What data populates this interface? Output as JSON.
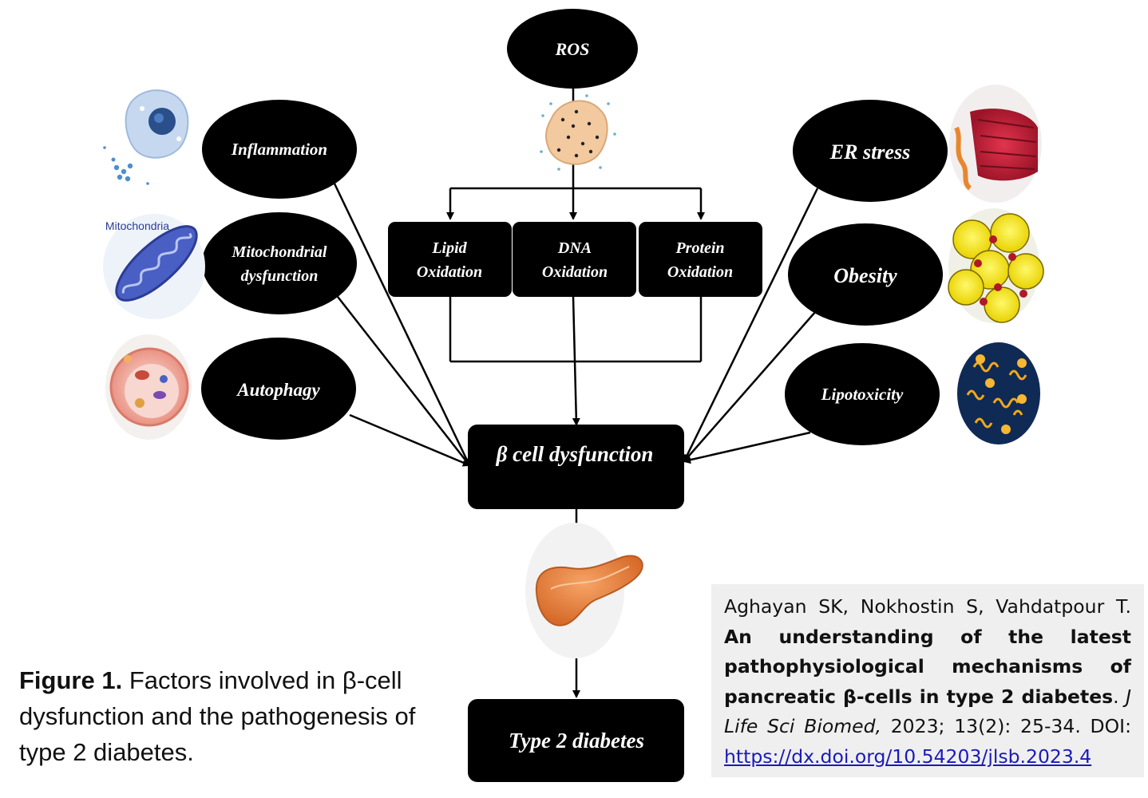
{
  "diagram": {
    "top_node": "ROS",
    "oxidation_nodes": [
      {
        "line1": "Lipid",
        "line2": "Oxidation"
      },
      {
        "line1": "DNA",
        "line2": "Oxidation"
      },
      {
        "line1": "Protein",
        "line2": "Oxidation"
      }
    ],
    "left_nodes": [
      {
        "line1": "Inflammation",
        "line2": ""
      },
      {
        "line1": "Mitochondrial",
        "line2": "dysfunction"
      },
      {
        "line1": "Autophagy",
        "line2": ""
      }
    ],
    "right_nodes": [
      {
        "line1": "ER stress",
        "line2": ""
      },
      {
        "line1": "Obesity",
        "line2": ""
      },
      {
        "line1": "Lipotoxicity",
        "line2": ""
      }
    ],
    "center_node": "β cell dysfunction",
    "outcome_node": "Type 2 diabetes",
    "mitochondria_label": "Mitochondria",
    "colors": {
      "node_fill": "#000000",
      "node_text": "#ffffff",
      "arrow": "#000000",
      "citation_bg": "#efefef",
      "link": "#1a1ab8"
    }
  },
  "caption": {
    "label": "Figure 1.",
    "text": " Factors involved in β-cell dysfunction and the pathogenesis of type 2 diabetes."
  },
  "citation": {
    "authors": "Aghayan SK, Nokhostin S, Vahdatpour T.",
    "title": "An understanding of the latest pathophysiological mechanisms of pancreatic β-cells in type 2 diabetes",
    "title_end": ".",
    "journal": "J Life Sci Biomed,",
    "details": " 2023; 13(2): 25-34. DOI:",
    "doi_url": "https://dx.doi.org/10.54203/jlsb.2023.4"
  }
}
